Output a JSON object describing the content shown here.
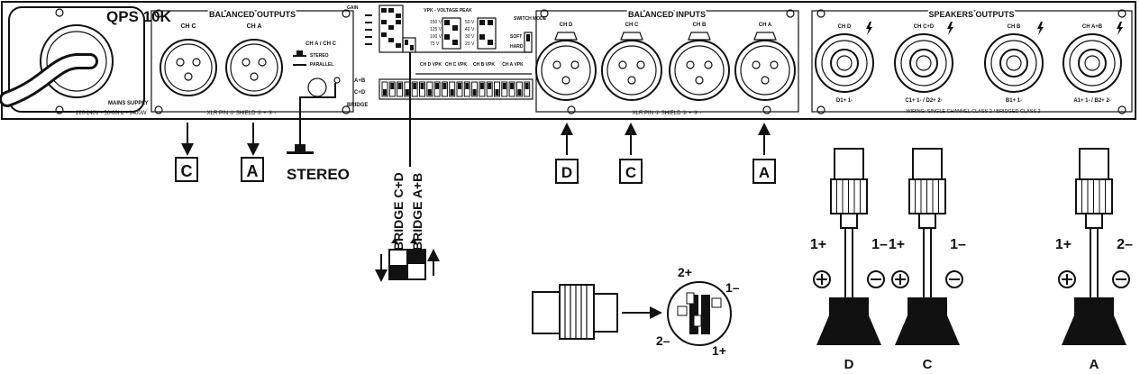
{
  "unit": {
    "model": "QPS 10K",
    "mains_label": "MAINS SUPPLY",
    "mains_spec": "220-240V - 50-60Hz - 1400W"
  },
  "balanced_outputs": {
    "title": "BALANCED OUTPUTS",
    "ch_left": "CH C",
    "ch_right": "CH A",
    "mode_title": "CH A / CH C",
    "mode_stereo": "STEREO",
    "mode_parallel": "PARALLEL",
    "pin_note": "XLR PIN  ① SHIELD  ② +  ③ -"
  },
  "dip_panel": {
    "gain_label": "GAIN",
    "vpk_label": "VPK - VOLTAGE PEAK",
    "switch_mode": "SWITCH MODE",
    "bridge_ab": "A+B",
    "bridge_cd": "C+D",
    "bridge_label": "BRIDGE",
    "soft_label": "SOFT",
    "hard_label": "HARD",
    "volt_left": [
      "150 V",
      "125 V",
      "100 V",
      "75 V"
    ],
    "volt_right": [
      "50 V",
      "40 V",
      "30 V",
      "20 V"
    ],
    "bottom_labels": [
      "CH D VPK",
      "CH C VPK",
      "CH B VPK",
      "CH A VPK"
    ]
  },
  "balanced_inputs": {
    "title": "BALANCED INPUTS",
    "channels": [
      "CH D",
      "CH C",
      "CH B",
      "CH A"
    ],
    "pin_note": "XLR PIN  ① SHIELD  ② +  ③ -"
  },
  "speakers_outputs": {
    "title": "SPEAKERS OUTPUTS",
    "channels": [
      "CH D",
      "CH C+D",
      "CH B",
      "CH A+B"
    ],
    "pins": [
      "D1+ 1-",
      "C1+ 1- / D2+ 2-",
      "B1+ 1-",
      "A1+ 1- / B2+ 2-"
    ],
    "wiring": "WIRING: SINGLE CHANNEL CLASS 2 / BRIDGED CLASS 2"
  },
  "callouts": {
    "out_left": "C",
    "out_right": "A",
    "stereo": "STEREO",
    "in_d": "D",
    "in_c": "C",
    "in_a": "A",
    "bridge_cd": "BRIDGE C+D",
    "bridge_ab": "BRIDGE A+B"
  },
  "speakon_pins": {
    "top_left": "2+",
    "top_right": "1–",
    "bottom_left": "2–",
    "bottom_right": "1+"
  },
  "speakers": [
    {
      "name": "D",
      "pos_label": "1+",
      "neg_label": "1–"
    },
    {
      "name": "C",
      "pos_label": "1+",
      "neg_label": "1–"
    },
    {
      "name": "A",
      "pos_label": "1+",
      "neg_label": "2–"
    }
  ]
}
